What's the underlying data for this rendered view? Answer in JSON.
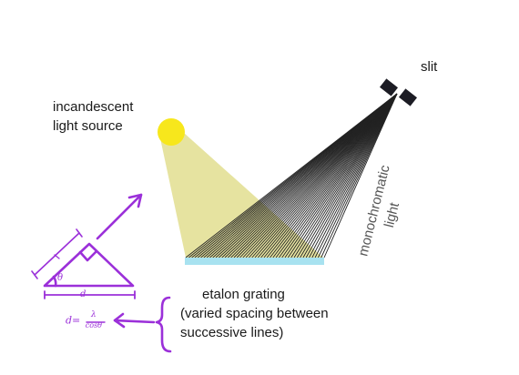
{
  "labels": {
    "source_line1": "incandescent",
    "source_line2": "light source",
    "slit": "slit",
    "mono_line1": "monochromatic",
    "mono_line2": "light",
    "grating_line1": "etalon grating",
    "grating_line2": "(varied spacing between",
    "grating_line3": "successive lines)"
  },
  "handwriting": {
    "d_label": "d",
    "formula_lhs": "d=",
    "formula_num": "λ",
    "formula_den": "cosθ",
    "theta": "θ"
  },
  "colors": {
    "sun": "#f7e71c",
    "beam": "#e6e3a0",
    "grating": "#a8e2f0",
    "diffracted_lines": "#222222",
    "slit": "#1c1c24",
    "handwriting": "#9b30d9",
    "text": "#1a1a1a"
  }
}
